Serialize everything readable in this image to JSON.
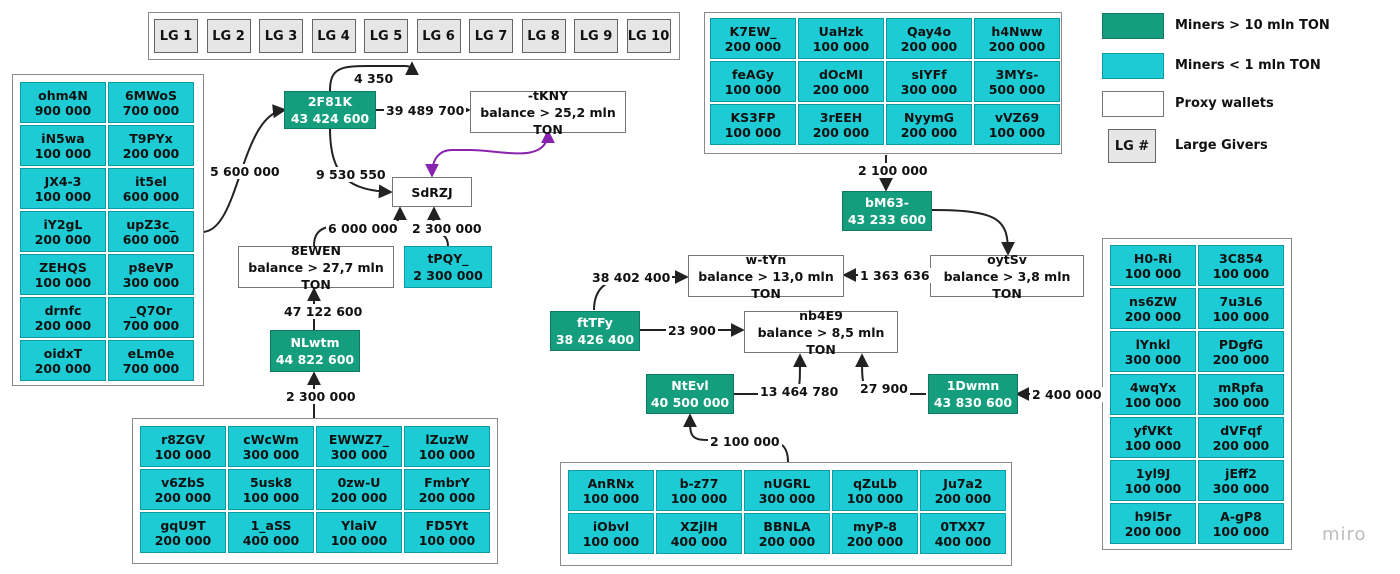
{
  "large_givers": [
    "LG 1",
    "LG 2",
    "LG 3",
    "LG 4",
    "LG 5",
    "LG 6",
    "LG 7",
    "LG 8",
    "LG 9",
    "LG 10"
  ],
  "legend": {
    "big_miners": "Miners > 10 mln TON",
    "small_miners": "Miners < 1 mln TON",
    "proxy": "Proxy wallets",
    "lg_box": "LG #",
    "lg": "Large Givers",
    "colors": {
      "big": "#159e7e",
      "small": "#1ccbd4",
      "proxy": "#ffffff",
      "lg": "#e6e6e6"
    }
  },
  "groups": {
    "left": [
      {
        "name": "ohm4N",
        "amt": "900 000"
      },
      {
        "name": "6MWoS",
        "amt": "700 000"
      },
      {
        "name": "iN5wa",
        "amt": "100 000"
      },
      {
        "name": "T9PYx",
        "amt": "200 000"
      },
      {
        "name": "JX4-3",
        "amt": "100 000"
      },
      {
        "name": "it5el",
        "amt": "600 000"
      },
      {
        "name": "iY2gL",
        "amt": "200 000"
      },
      {
        "name": "upZ3c_",
        "amt": "600 000"
      },
      {
        "name": "ZEHQS",
        "amt": "100 000"
      },
      {
        "name": "p8eVP",
        "amt": "300 000"
      },
      {
        "name": "drnfc",
        "amt": "200 000"
      },
      {
        "name": "_Q7Or",
        "amt": "700 000"
      },
      {
        "name": "oidxT",
        "amt": "200 000"
      },
      {
        "name": "eLm0e",
        "amt": "700 000"
      }
    ],
    "bottom_left": [
      {
        "name": "r8ZGV",
        "amt": "100 000"
      },
      {
        "name": "cWcWm",
        "amt": "300 000"
      },
      {
        "name": "EWWZ7_",
        "amt": "300 000"
      },
      {
        "name": "lZuzW",
        "amt": "100 000"
      },
      {
        "name": "v6ZbS",
        "amt": "200 000"
      },
      {
        "name": "5usk8",
        "amt": "100 000"
      },
      {
        "name": "0zw-U",
        "amt": "200 000"
      },
      {
        "name": "FmbrY",
        "amt": "200 000"
      },
      {
        "name": "gqU9T",
        "amt": "200 000"
      },
      {
        "name": "1_aSS",
        "amt": "400 000"
      },
      {
        "name": "YlaiV",
        "amt": "100 000"
      },
      {
        "name": "FD5Yt",
        "amt": "100 000"
      }
    ],
    "top_right": [
      {
        "name": "K7EW_",
        "amt": "200 000"
      },
      {
        "name": "UaHzk",
        "amt": "100 000"
      },
      {
        "name": "Qay4o",
        "amt": "200 000"
      },
      {
        "name": "h4Nww",
        "amt": "200 000"
      },
      {
        "name": "feAGy",
        "amt": "100 000"
      },
      {
        "name": "dOcMI",
        "amt": "200 000"
      },
      {
        "name": "sIYFf",
        "amt": "300 000"
      },
      {
        "name": "3MYs-",
        "amt": "500 000"
      },
      {
        "name": "KS3FP",
        "amt": "100 000"
      },
      {
        "name": "3rEEH",
        "amt": "200 000"
      },
      {
        "name": "NyymG",
        "amt": "200 000"
      },
      {
        "name": "vVZ69",
        "amt": "100 000"
      }
    ],
    "bottom_mid": [
      {
        "name": "AnRNx",
        "amt": "100 000"
      },
      {
        "name": "b-z77",
        "amt": "100 000"
      },
      {
        "name": "nUGRL",
        "amt": "300 000"
      },
      {
        "name": "qZuLb",
        "amt": "100 000"
      },
      {
        "name": "Ju7a2",
        "amt": "200 000"
      },
      {
        "name": "iObvl",
        "amt": "100 000"
      },
      {
        "name": "XZjlH",
        "amt": "400 000"
      },
      {
        "name": "BBNLA",
        "amt": "200 000"
      },
      {
        "name": "myP-8",
        "amt": "200 000"
      },
      {
        "name": "0TXX7",
        "amt": "400 000"
      }
    ],
    "right": [
      {
        "name": "H0-Ri",
        "amt": "100 000"
      },
      {
        "name": "3C854",
        "amt": "100 000"
      },
      {
        "name": "ns6ZW",
        "amt": "200 000"
      },
      {
        "name": "7u3L6",
        "amt": "100 000"
      },
      {
        "name": "lYnkl",
        "amt": "300 000"
      },
      {
        "name": "PDgfG",
        "amt": "200 000"
      },
      {
        "name": "4wqYx",
        "amt": "100 000"
      },
      {
        "name": "mRpfa",
        "amt": "300 000"
      },
      {
        "name": "yfVKt",
        "amt": "100 000"
      },
      {
        "name": "dVFqf",
        "amt": "200 000"
      },
      {
        "name": "1yl9J",
        "amt": "100 000"
      },
      {
        "name": "jEff2",
        "amt": "300 000"
      },
      {
        "name": "h9l5r",
        "amt": "200 000"
      },
      {
        "name": "A-gP8",
        "amt": "100 000"
      }
    ]
  },
  "nodes": {
    "n2F81K": {
      "l1": "2F81K",
      "l2": "43 424 600"
    },
    "tKNY": {
      "l1": "-tKNY",
      "l2": "balance > 25,2 mln TON"
    },
    "SdRZJ": {
      "l1": "SdRZJ"
    },
    "EWEN": {
      "l1": "8EWEN",
      "l2": "balance > 27,7 mln TON"
    },
    "tPQY": {
      "l1": "tPQY_",
      "l2": "2 300 000"
    },
    "NLwtm": {
      "l1": "NLwtm",
      "l2": "44 822 600"
    },
    "bM63": {
      "l1": "bM63-",
      "l2": "43 233 600"
    },
    "oytSv": {
      "l1": "oytSv",
      "l2": "balance > 3,8 mln TON"
    },
    "wtYn": {
      "l1": "w-tYn",
      "l2": "balance > 13,0 mln TON"
    },
    "ftTFy": {
      "l1": "ftTFy",
      "l2": "38 426 400"
    },
    "nb4E9": {
      "l1": "nb4E9",
      "l2": "balance > 8,5 mln TON"
    },
    "NtEvl": {
      "l1": "NtEvl",
      "l2": "40 500 000"
    },
    "Dwmn": {
      "l1": "1Dwmn",
      "l2": "43 830 600"
    }
  },
  "edges": {
    "e4350": "4 350",
    "e39489700": "39 489 700",
    "e5600000": "5 600 000",
    "e9530550": "9 530 550",
    "e6000000": "6 000 000",
    "e2300000a": "2 300 000",
    "e47122600": "47 122 600",
    "e2300000b": "2 300 000",
    "e2100000a": "2 100 000",
    "e1363636": "1 363 636",
    "e38402400": "38 402 400",
    "e23900": "23 900",
    "e13464780": "13 464 780",
    "e27900": "27 900",
    "e2400000": "2 400 000",
    "e2100000b": "2 100 000"
  },
  "watermark": "miro"
}
